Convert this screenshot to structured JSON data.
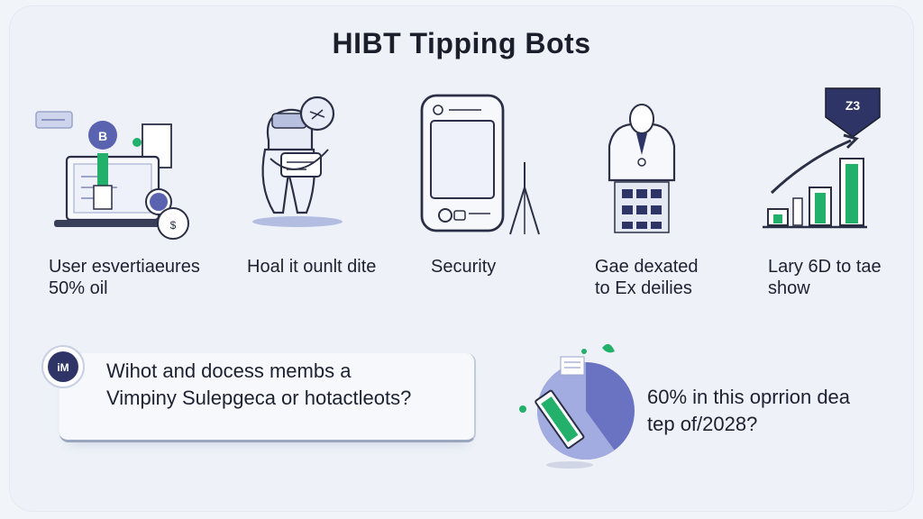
{
  "title": "HIBT Tipping Bots",
  "features": [
    {
      "id": "user",
      "caption_lines": [
        "User esvertiaeures",
        "50% oil"
      ],
      "icon": "laptop-chat-icon"
    },
    {
      "id": "hoal",
      "caption_lines": [
        "Hoal it ounlt dite"
      ],
      "icon": "person-robot-icon"
    },
    {
      "id": "security",
      "caption_lines": [
        "Security"
      ],
      "icon": "phone-tripod-icon"
    },
    {
      "id": "gae",
      "caption_lines": [
        "Gae dexated",
        "to Ex deilies"
      ],
      "icon": "hooded-figure-icon"
    },
    {
      "id": "lary",
      "caption_lines": [
        "Lary 6D to tae",
        "show"
      ],
      "icon": "growth-chart-icon"
    }
  ],
  "question": {
    "avatar_text": "iM",
    "lines": [
      "Wihot and docess membs a",
      "Vimpiny Sulepgeca or hotactleots?"
    ]
  },
  "stat": {
    "lines": [
      "60% in this oprrion dea",
      "tep of/2028?"
    ],
    "pie_share": 0.6
  },
  "colors": {
    "navy": "#2e3566",
    "indigo": "#5a63b0",
    "periwinkle": "#7f89cf",
    "green": "#22b06b",
    "outline": "#2b2f45"
  }
}
